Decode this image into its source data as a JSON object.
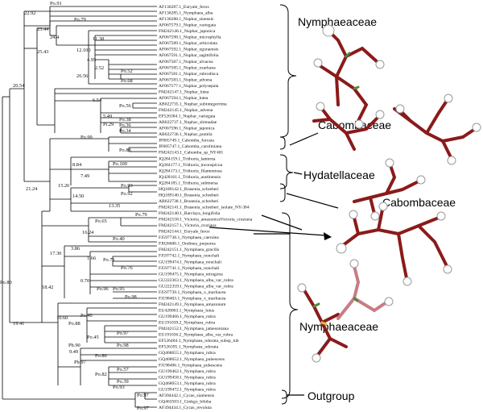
{
  "families": {
    "nymphaeaceae_top": "Nymphaeaceae",
    "cabombaceae_top": "Cabombaceae",
    "hydatellaceae": "Hydatellaceae",
    "cabombaceae_mid": "Cabombaceae",
    "nymphaeaceae_bottom": "Nymphaeaceae",
    "outgroup": "Outgroup"
  },
  "leaves": [
    "AF136287.1_Euryale_ferox",
    "AF136285.1_Nymphaea_alba",
    "AF136288.1_Nuphar_sinensis",
    "AF067579.1_Nuphar_variegata",
    "FM242146.1_Nuphar_japonica",
    "AF067598.1_Nuphar_microphylla",
    "AF067589.1_Nuphar_orbiculata",
    "AF067592.1_Nuphar_oguraensis",
    "AF067591.1_Nuphar_sagittifolia",
    "AF067587.1_Nuphar_ulvacea",
    "AF067585.1_Nuphar_ozarkana",
    "AF067581.1_Nuphar_rubrodisca",
    "AF067583.1_Nuphar_advena",
    "AF067577.1_Nuphar_polysepala",
    "FM242147.1_Nuphar_lutea",
    "AF067594.1_Nuphar_lutea",
    "AB022735.1_Nuphar_subintegerrima",
    "FM242145.1_Nuphar_advena",
    "EF526384.1_Nuphar_variegata",
    "AB022737.1_Nuphar_shimadae",
    "AF067596.1_Nuphar_japonica",
    "AB022736.1_Nuphar_pumila",
    "JF805749.1_Cabomba_furcata",
    "JF805747.1_Cabomba_caroliniana",
    "FM242143.1_Cabomba_sp_NY401",
    "JQ284159.1_Trithuria_lanterna",
    "JQ284177.1_Trithuria_inconspicua",
    "JQ284173.1_Trithuria_filamentosa",
    "JQ428161.1_Trithuria_austinensis",
    "JQ284185.1_Trithuria_submersa",
    "HQ189142.1_Brasenia_schreberi",
    "HQ189140.1_Brasenia_schreberi",
    "AB022738.1_Brasenia_schreberi",
    "FM242141.1_Brasenia_schreberi_isolate_NY-384",
    "FM242140.1_Barclaya_longifolia",
    "FM242158.1_Victoria_amazonicaVictoria_cruziana",
    "FM242157.1_Victoria_cruziana",
    "FM242144.1_Euryale_ferox",
    "FJ597738.1_Nymphaea_caerulea",
    "FJ026600.1_Ondinea_purpurea",
    "FM242151.1_Nymphaea_gracilis",
    "FJ597742.1_Nymphaea_nouchali",
    "GU199474.1_Nymphaea_nouchali",
    "FJ597741.1_Nymphaea_nouchali",
    "GU199475.1_Nymphaea_tetragona",
    "GU222363.1_Nymphaea_alba_var_rubra",
    "GU222359.1_Nymphaea_alba_var_rubra",
    "FJ597739.1_Nymphaea_x_marliacea",
    "FJ198403.1_Nymphaea_x_marliacea",
    "FM242149.1_Nymphaea_amazonum",
    "EU428063.1_Nymphaea_lotus",
    "GU199466.1_Nymphaea_rubra",
    "EU191039.2_Nymphaea_rubra",
    "FM242152.1_Nymphaea_jamesoniana",
    "EU191036.2_Nymphaea_alba_var_rubra",
    "EF526404.1_Nymphaea_odorata_subsp_tub",
    "EF526395.1_Nymphaea_odorata",
    "GQ468655.1_Nymphaea_rubra",
    "GQ468652.1_Nymphaea_pubescens",
    "FJ198406.1_Nymphaea_pubescens",
    "GU199462.1_Nymphaea_rubra",
    "GU199458.1_Nymphaea_rubra",
    "GQ468653.1_Nymphaea_rubra",
    "GU199472.1_Nymphaea_rubra",
    "AF394442.1_Cycas_siamensis",
    "GQ463503.1_Ginkgo_biloba",
    "AF394434.1_Cycas_revoluta"
  ],
  "node_labels": {
    "n22_92": "22.92",
    "po91": "Po.91",
    "n23_44": "23.44",
    "po79_top": "Po.79",
    "n24_4": "24.4",
    "n25_43": "25.43",
    "n11_38": "11.38",
    "n12_100": "12.100",
    "n4_95": "4.95",
    "n2_52": "2.52",
    "po52": "Po.52",
    "po68": "Po.68",
    "n26_56": "26.56",
    "n6_54": "6.54",
    "n5_49": "5.49",
    "po56": "Po.56",
    "pi29": "Pi.29",
    "po38": "Po.38",
    "po36": "Po.36",
    "po34": "Po.34",
    "n20_54": "20.54",
    "po99": "Po.99",
    "po88": "Po.88",
    "n8_84": "8.84",
    "po100": "Po.100",
    "n7_49": "7.49",
    "n21_24": "21.24",
    "n15_26": "15.26",
    "po93": "Po.93",
    "po92": "Po.92",
    "n14_50": "14.50",
    "n13_35": "13.35",
    "po65": "Po.65",
    "po79_mid": "Po.79",
    "n16_24": "16.24",
    "po40_a": "Po.40",
    "n19_41": "19.41",
    "n17_30": "17.30",
    "n3_86": "3.86",
    "n1_66": "1.66",
    "po71": "Po.71",
    "po76": "Po.76",
    "n0_70": "0.70",
    "po96": "Po.96",
    "po95": "Po.95",
    "po98": "Po.98",
    "po80_root": "Po.80",
    "n18_42": "18.42",
    "n10_60": "10.60",
    "po40_b": "Po.40",
    "po88_b": "Po.88",
    "n9_49": "9.49",
    "po45": "Po.45",
    "po97": "Po.97",
    "po98_b": "Po.98",
    "pb90": "Pb.90",
    "po80_b": "Po.80",
    "pb97": "Pb.97",
    "po57": "Po.57",
    "po82": "Po.82",
    "po39": "Po.39",
    "po93_b": "Po.93",
    "po97_out": "Po.97",
    "po97_c": "Po.97"
  },
  "colors": {
    "rna_red": "#a51f1f",
    "rna_dark": "#7a0f0f",
    "rna_pink": "#e9a9b0",
    "rna_green": "#4e8a3a",
    "rna_yellow": "#d8c23a"
  }
}
